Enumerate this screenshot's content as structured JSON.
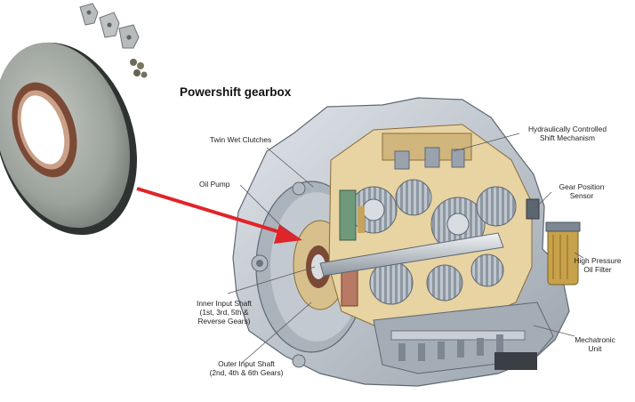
{
  "title": "Powershift gearbox",
  "labels": {
    "twin_wet_clutches": "Twin Wet Clutches",
    "oil_pump": "Oil Pump",
    "inner_input_shaft": [
      "Inner Input Shaft",
      "(1st, 3rd, 5th &",
      "Reverse Gears)"
    ],
    "outer_input_shaft": [
      "Outer Input Shaft",
      "(2nd, 4th & 6th Gears)"
    ],
    "hydraulic_shift": [
      "Hydraulically Controlled",
      "Shift Mechanism"
    ],
    "gear_position_sensor": [
      "Gear Position",
      "Sensor"
    ],
    "high_pressure_filter": [
      "High Pressure",
      "Oil Filter"
    ],
    "mechatronic_unit": [
      "Mechatronic",
      "Unit"
    ]
  },
  "colors": {
    "arrow": "#e0242a",
    "casing": "#c9cfd6",
    "casing_dark": "#7d8792",
    "cutaway": "#e6c98a",
    "seal_face": "#9aa09a",
    "seal_lip": "#7a4a36"
  }
}
